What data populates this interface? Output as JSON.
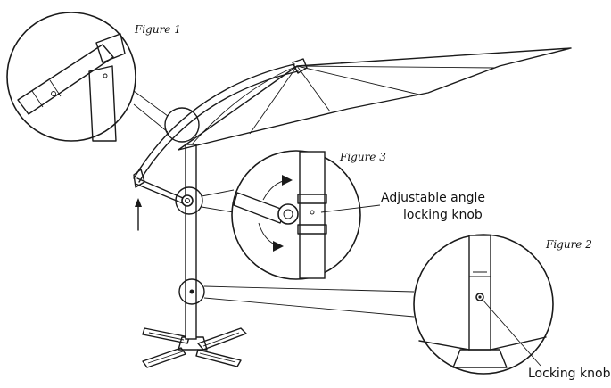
{
  "figures": {
    "figure1": "Figure 1",
    "figure2": "Figure 2",
    "figure3": "Figure 3"
  },
  "labels": {
    "adjustable_line1": "Adjustable angle",
    "adjustable_line2": "locking knob",
    "locking_knob": "Locking knob"
  }
}
